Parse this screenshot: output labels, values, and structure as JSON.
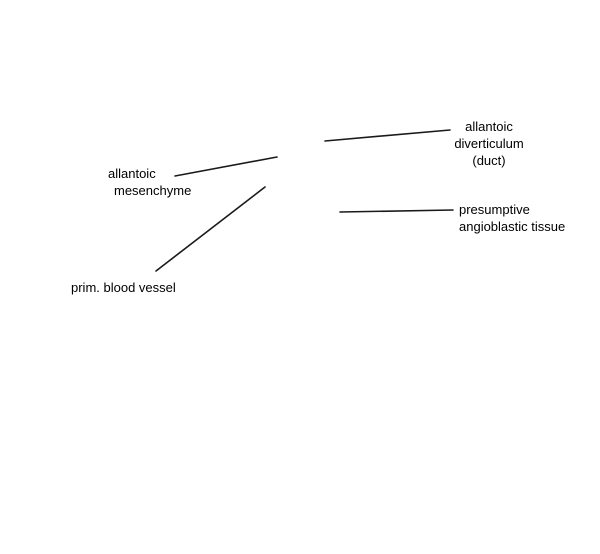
{
  "labels": {
    "allantoic_mesenchyme": [
      "allantoic",
      "mesenchyme"
    ],
    "allantoic_diverticulum": [
      "allantoic",
      "diverticulum",
      "(duct)"
    ],
    "presumptive_angioblastic_tissue": [
      "presumptive",
      "angioblastic tissue"
    ],
    "prim_blood_vessel": [
      "prim. blood vessel"
    ]
  },
  "colors": {
    "background": "#ffffff",
    "leader_line": "#1a1a1a",
    "text": "#000000"
  }
}
